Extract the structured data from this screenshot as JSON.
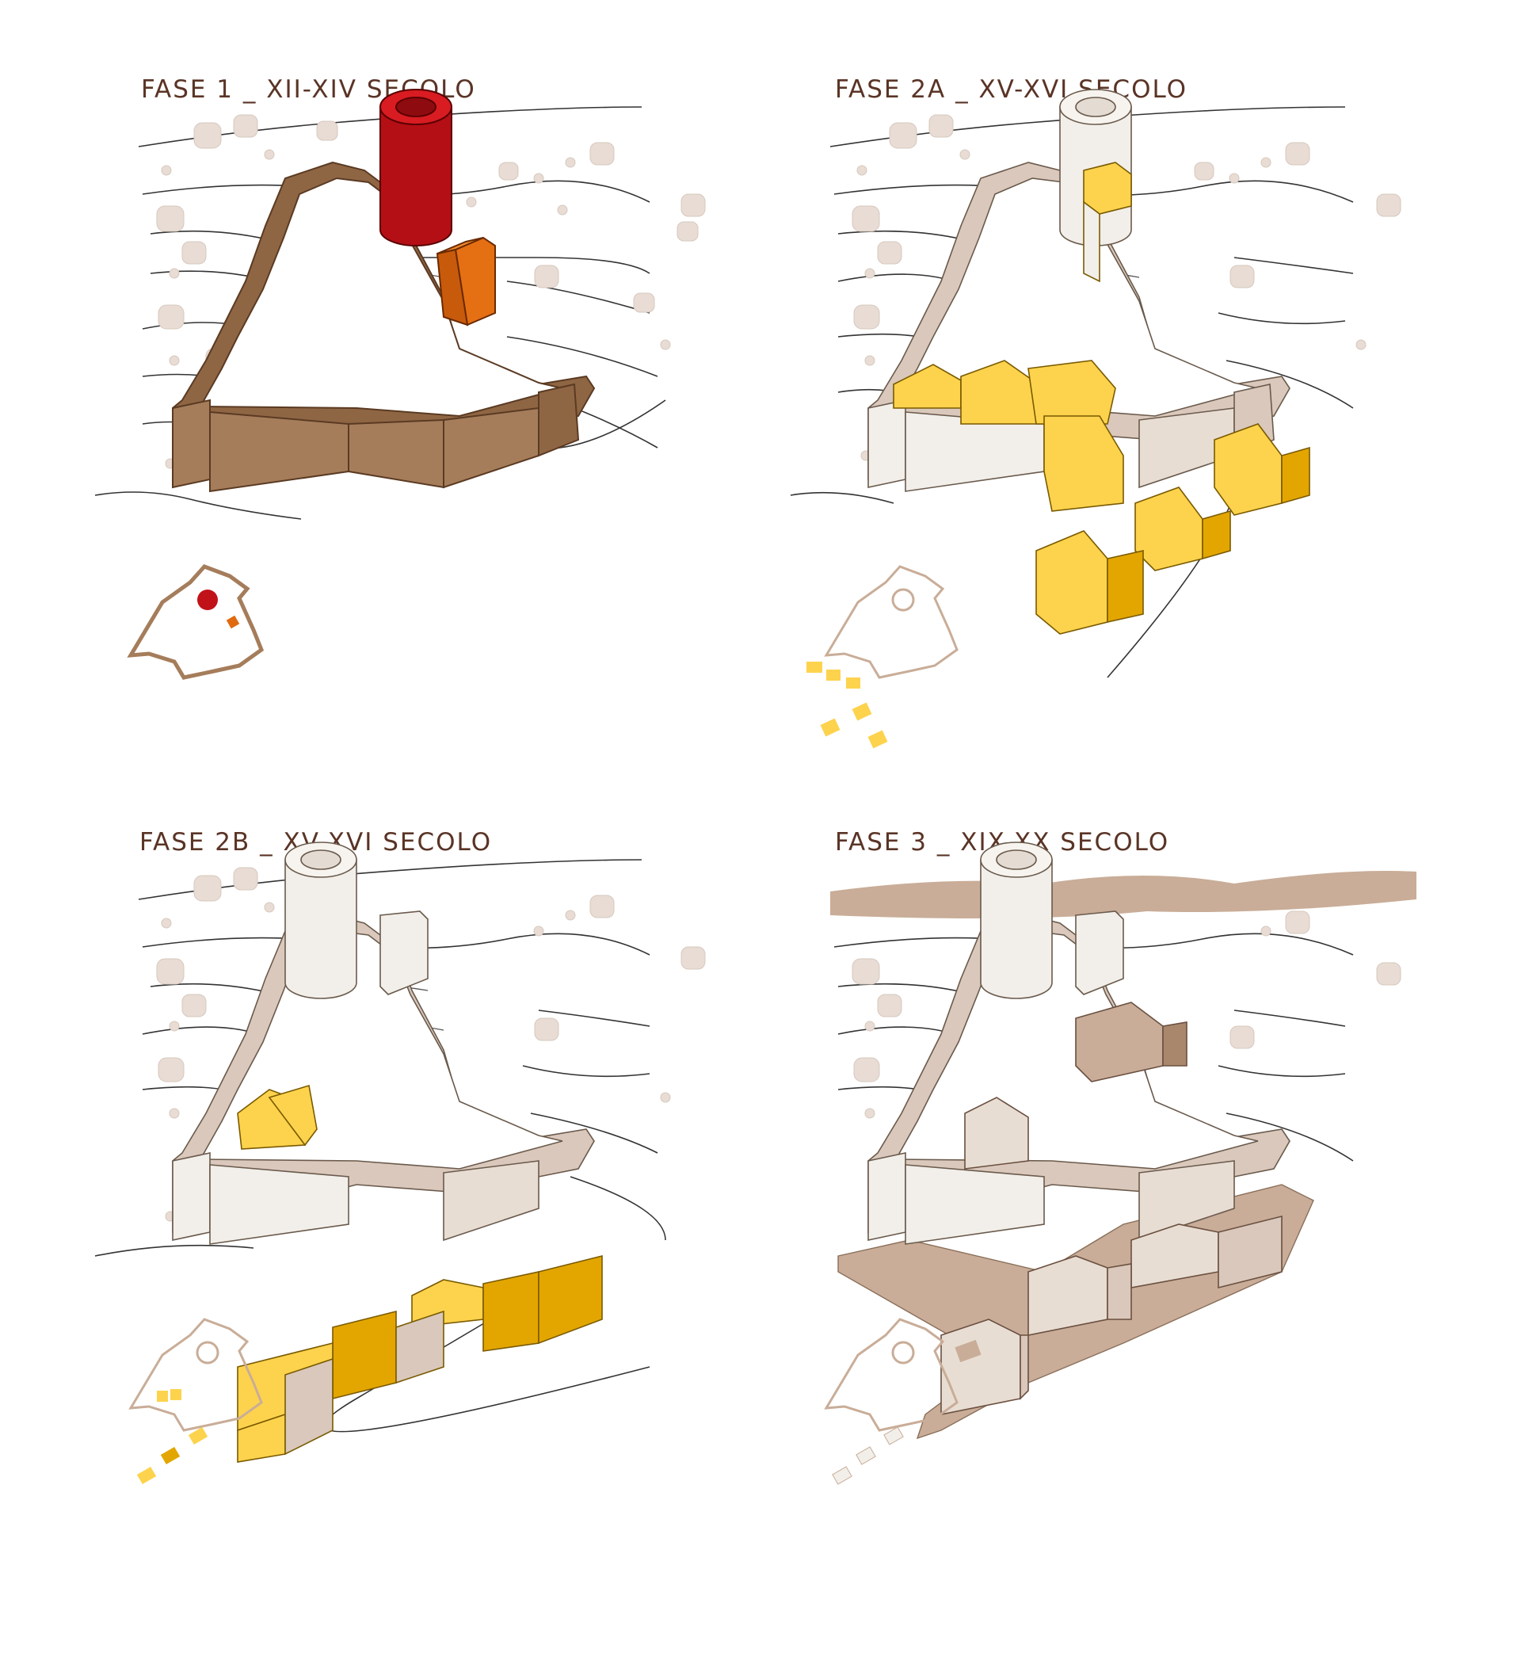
{
  "colors": {
    "title_text": "#5a3426",
    "medieval_walls": "#a57d5b",
    "tower_phase1": "#c1121a",
    "annex_phase1": "#e06a10",
    "phase2a_buildings": "#fdd34d",
    "phase2b_buildings": "#e3a600",
    "existing_structures": "#f2efea",
    "later_structures": "#c9ad98",
    "tree_fill": "#e8dcd4",
    "contour_lines": "#333333"
  },
  "panels": [
    {
      "id": "phase-1",
      "title": "FASE 1 _ XII-XIV SECOLO"
    },
    {
      "id": "phase-2a",
      "title": "FASE 2A _ XV-XVI SECOLO"
    },
    {
      "id": "phase-2b",
      "title": "FASE 2B _ XV-XVI SECOLO"
    },
    {
      "id": "phase-3",
      "title": "FASE 3 _ XIX-XX SECOLO"
    }
  ]
}
